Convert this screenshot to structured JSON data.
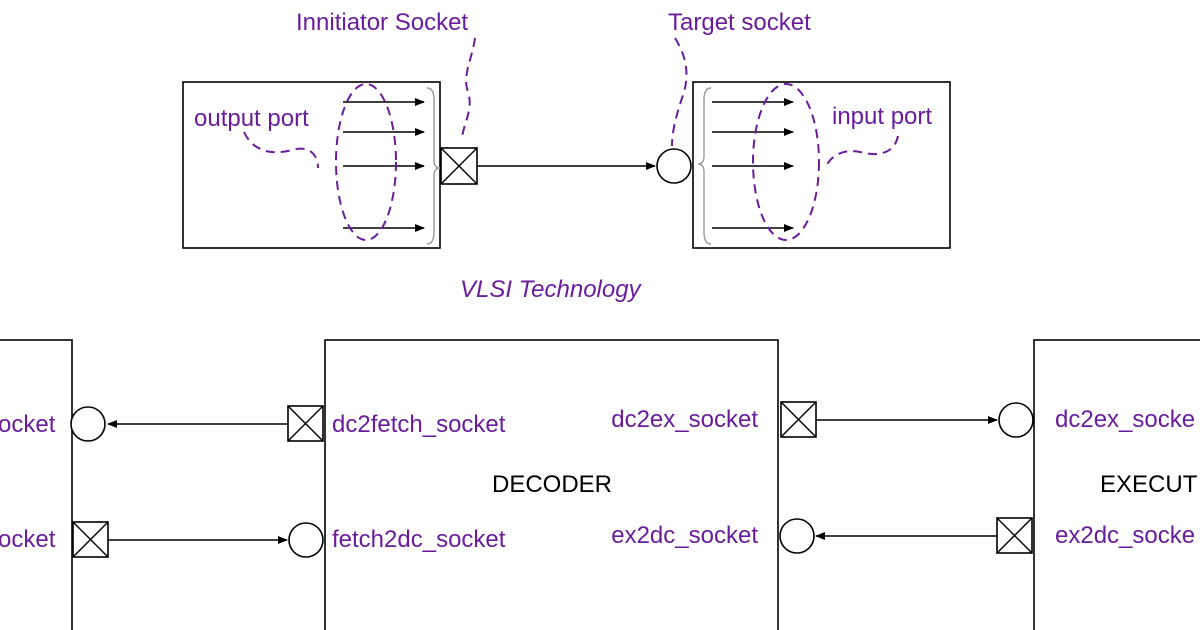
{
  "top": {
    "initiator_socket_label": "Innitiator Socket",
    "target_socket_label": "Target socket",
    "output_port_label": "output port",
    "input_port_label": "input port",
    "watermark": "VLSI Technology"
  },
  "bottom": {
    "left_block": {
      "socket_top_label": "ocket",
      "socket_bottom_label": "ocket"
    },
    "decoder": {
      "name": "DECODER",
      "dc2fetch_label": "dc2fetch_socket",
      "fetch2dc_label": "fetch2dc_socket",
      "dc2ex_label": "dc2ex_socket",
      "ex2dc_label": "ex2dc_socket"
    },
    "execute": {
      "name": "EXECUT",
      "dc2ex_label": "dc2ex_socke",
      "ex2dc_label": "ex2dc_socke"
    }
  },
  "colors": {
    "label": "#6a1d9a",
    "line": "#000000"
  }
}
